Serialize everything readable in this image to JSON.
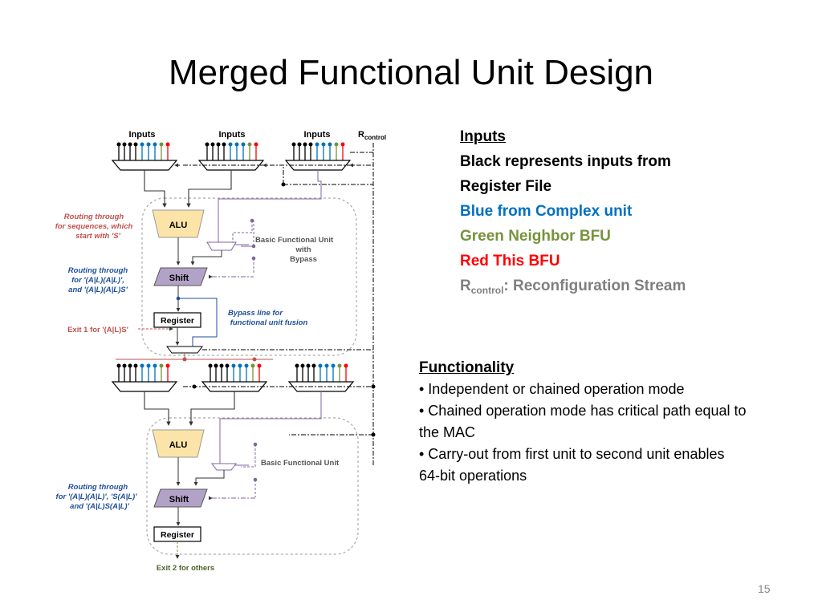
{
  "title": "Merged Functional Unit Design",
  "page_number": "15",
  "colors": {
    "black": "#000000",
    "blue": "#0070c0",
    "green": "#77933c",
    "red": "#ff0000",
    "gray": "#7f7f7f",
    "purple": "#8064a2",
    "alu_fill": "#fce4a8",
    "shift_fill": "#b3a2c7",
    "annotation_red": "#c0504d",
    "annotation_blue": "#1f4e9a",
    "annotation_green": "#4f6228"
  },
  "legend": {
    "header": "Inputs",
    "line1": "Black represents inputs from",
    "line2": "Register File",
    "blue": "Blue from Complex unit",
    "green": "Green Neighbor BFU",
    "red": "Red This BFU",
    "rcontrol_main": "R",
    "rcontrol_sub": "control",
    "rcontrol_text": ": Reconfiguration Stream"
  },
  "functionality": {
    "header": "Functionality",
    "bullets": [
      "• Independent or chained operation mode",
      "• Chained operation mode has critical path equal to the MAC",
      "• Carry-out from first unit to second unit enables 64-bit operations"
    ]
  },
  "diagram": {
    "inputs_label": "Inputs",
    "rcontrol_main": "R",
    "rcontrol_sub": "control",
    "alu": "ALU",
    "shift": "Shift",
    "register": "Register",
    "bfu_bypass_1": "Basic Functional Unit",
    "bfu_bypass_2": "with",
    "bfu_bypass_3": "Bypass",
    "bfu_plain": "Basic Functional Unit",
    "routing_s_1": "Routing through",
    "routing_s_2": "for sequences, which",
    "routing_s_3": "start with 'S'",
    "routing_al_1": "Routing through",
    "routing_al_2": "for '(A|L)(A|L)',",
    "routing_al_3": "and '(A|L)(A|L)S'",
    "bypass_line_1": "Bypass line for",
    "bypass_line_2": "functional unit fusion",
    "exit1": "Exit 1 for '(A|L)S'",
    "routing_low_1": "Routing through",
    "routing_low_2": "for '(A|L)(A|L)', 'S(A|L)'",
    "routing_low_3": "and '(A|L)S(A|L)'",
    "exit2": "Exit 2 for others"
  }
}
